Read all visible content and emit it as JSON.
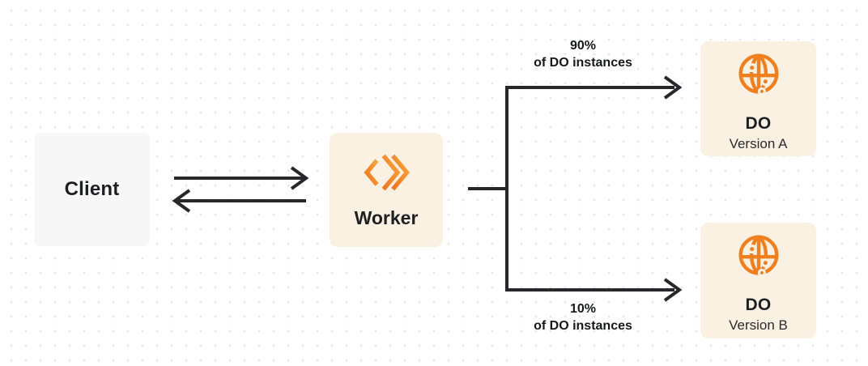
{
  "diagram": {
    "client": {
      "label": "Client"
    },
    "worker": {
      "label": "Worker"
    },
    "do_version_a": {
      "title": "DO",
      "subtitle": "Version A"
    },
    "do_version_b": {
      "title": "DO",
      "subtitle": "Version B"
    },
    "routes": {
      "to_version_a": {
        "percent": "90%",
        "caption": "of DO instances"
      },
      "to_version_b": {
        "percent": "10%",
        "caption": "of DO instances"
      }
    },
    "icons": {
      "worker": "workers-chevrons-icon",
      "durable_object": "globe-icon"
    },
    "colors": {
      "accent_orange": "#F0801F",
      "accent_orange_light": "#F9A63C",
      "node_cream_bg": "#FBF1E2",
      "node_gray_bg": "#F7F7F8",
      "line_dark": "#26272B",
      "dot_grid": "#E6E7EA",
      "text_dark": "#1E1F23"
    }
  }
}
